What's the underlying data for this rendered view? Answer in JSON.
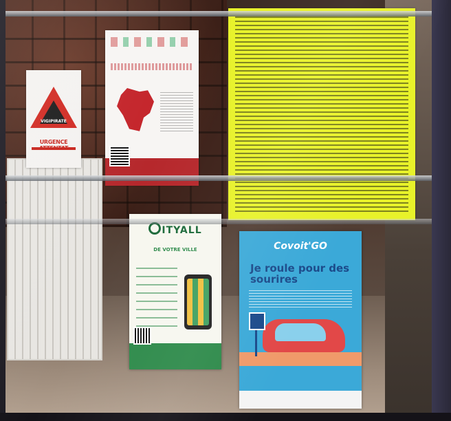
{
  "scene": {
    "vigipirate_sign": {
      "label": "VIGIPIRATE",
      "subtitle": "URGENCE ATTENTAT"
    },
    "cityall_poster": {
      "brand": "ITYALL",
      "tagline": "DE VOTRE VILLE"
    },
    "covoitgo_poster": {
      "brand": "Covoit'GO",
      "headline": "Je roule pour des sourires"
    }
  },
  "colors": {
    "vigipirate_red": "#d12a22",
    "notice_yellow": "#e8f22a",
    "cityall_green": "#2d8a4a",
    "covoit_blue": "#3ba9d8"
  }
}
